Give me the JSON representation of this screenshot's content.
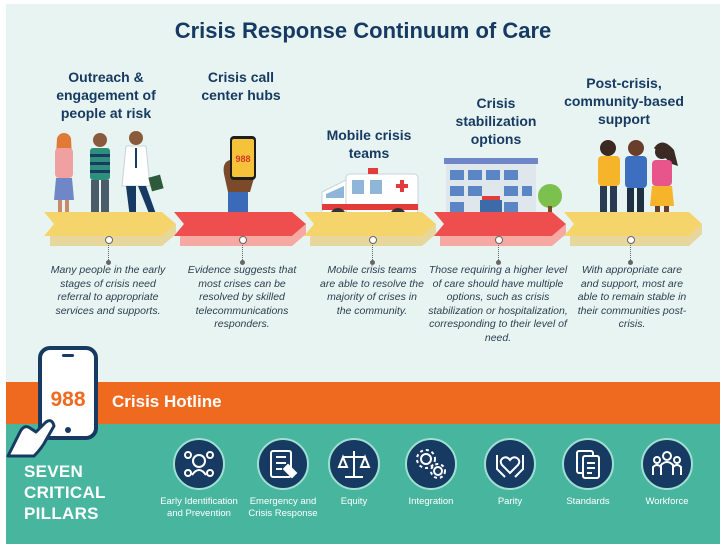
{
  "title": "Crisis Response Continuum of Care",
  "stages": [
    {
      "title": "Outreach & engagement of people at risk",
      "description": "Many people in the early stages of crisis need referral to appropriate services and supports.",
      "icon": "people-outreach-illustration"
    },
    {
      "title": "Crisis call center hubs",
      "description": "Evidence suggests that most crises can be resolved by skilled telecommunications responders.",
      "icon": "hand-holding-phone-illustration",
      "phone_text": "988"
    },
    {
      "title": "Mobile crisis teams",
      "description": "Mobile crisis teams are able to resolve the majority of crises in the community.",
      "icon": "ambulance-illustration"
    },
    {
      "title": "Crisis stabilization options",
      "description": "Those requiring a higher level of care should have multiple options, such as crisis stabilization or hospitalization, corresponding to their level of need.",
      "icon": "hospital-building-illustration"
    },
    {
      "title": "Post-crisis, community-based support",
      "description": "With appropriate care and support, most are able to remain stable in their communities post-crisis.",
      "icon": "supporting-people-illustration"
    }
  ],
  "hotline": {
    "number": "988",
    "label": "Crisis Hotline"
  },
  "pillars": {
    "heading_lines": [
      "SEVEN",
      "CRITICAL",
      "PILLARS"
    ],
    "items": [
      {
        "label": "Early Identification and Prevention",
        "icon": "people-network-icon"
      },
      {
        "label": "Emergency and Crisis Response",
        "icon": "emergency-document-icon"
      },
      {
        "label": "Equity",
        "icon": "scales-icon"
      },
      {
        "label": "Integration",
        "icon": "gears-icon"
      },
      {
        "label": "Parity",
        "icon": "hands-heart-icon"
      },
      {
        "label": "Standards",
        "icon": "documents-icon"
      },
      {
        "label": "Workforce",
        "icon": "group-people-icon"
      }
    ]
  },
  "colors": {
    "navy": "#173a62",
    "orange": "#ef6a1f",
    "teal": "#48b59f",
    "background": "#e7f4f1",
    "arrow_yellow": "#f5d56b",
    "arrow_red": "#ef4e4e"
  }
}
